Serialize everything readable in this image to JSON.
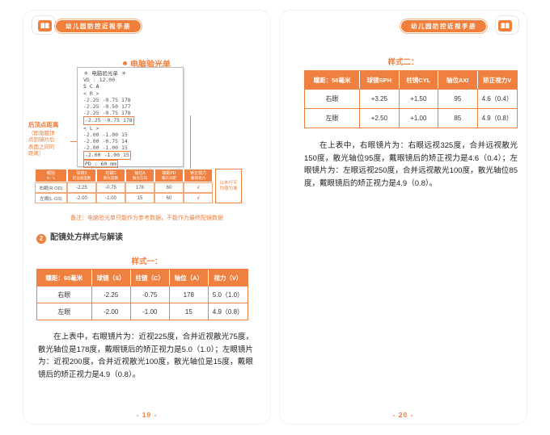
{
  "colors": {
    "accent": "#EF7F3B",
    "table_header_bg": "#EF8040",
    "check_red": "#D9512C",
    "body_text": "#222222"
  },
  "left_page": {
    "header_badge": "幼儿园防控近视手册",
    "section_title": "电脑验光单",
    "receipt": {
      "title": "＊ 电脑验光单 ＊",
      "vd": "VD : 12.00",
      "col_head": "  S     C     A",
      "r_label": "< R >",
      "r_rows": [
        "-2.25 -0.75 178",
        "-2.25 -0.50 177",
        "-2.25 -0.75 178"
      ],
      "r_final": "-2.25 -0.75 178",
      "l_label": "< L >",
      "l_rows": [
        "-2.00 -1.00  15",
        "-2.00 -0.75  14",
        "-2.00 -1.00  15"
      ],
      "l_final": "-2.00 -1.00  15",
      "pd": "PD : 60 mm"
    },
    "vertex_note": {
      "title": "后顶点距离",
      "lines": [
        "（即角膜顶",
        "点到镜片后",
        "表面之间的",
        "距离）"
      ]
    },
    "legend_table": {
      "headers": [
        {
          "top": "眼别",
          "sub": "R／L"
        },
        {
          "top": "球镜S",
          "sub": "近远视度数"
        },
        {
          "top": "柱镜C",
          "sub": "散光度数"
        },
        {
          "top": "轴位A",
          "sub": "散光方向"
        },
        {
          "top": "瞳距PD",
          "sub": "瞳孔间距"
        },
        {
          "top": "矫正视力",
          "sub": "戴镜视力"
        }
      ],
      "rows": [
        {
          "label": "右眼(R·OD)",
          "cells": [
            "-2.25",
            "-0.75",
            "178",
            "60",
            "√"
          ]
        },
        {
          "label": "左眼(L·OS)",
          "cells": [
            "-2.00",
            "-1.00",
            "15",
            "60",
            "√"
          ]
        }
      ],
      "note": "以末行平均值为准"
    },
    "remark": "备注：电脑验光单只能作为参考数据，不能作为最终配镜数据",
    "section2_number": "2",
    "section2_title": "配镜处方样式与解读",
    "style_label": "样式一：",
    "table": {
      "headers": [
        "瞳距：60毫米",
        "球镜（S）",
        "柱镜（C）",
        "轴位（A）",
        "视力（V）"
      ],
      "rows": [
        [
          "右眼",
          "-2.25",
          "-0.75",
          "178",
          "5.0（1.0）"
        ],
        [
          "左眼",
          "-2.00",
          "-1.00",
          "15",
          "4.9（0.8）"
        ]
      ]
    },
    "paragraph": "在上表中，右眼镜片为：近视225度，合并近视散光75度，散光轴位是178度，戴眼镜后的矫正视力是5.0（1.0）；左眼镜片为：近视200度，合并近视散光100度，散光轴位是15度，戴眼镜后的矫正视力是4.9（0.8）。",
    "page_number": "- 19 -"
  },
  "right_page": {
    "header_badge": "幼儿园防控近视手册",
    "style_label": "样式二：",
    "table": {
      "headers": [
        "瞳距：58毫米",
        "球镜SPH",
        "柱镜CYL",
        "轴位AXI",
        "矫正视力V"
      ],
      "rows": [
        [
          "右眼",
          "+3.25",
          "+1.50",
          "95",
          "4.6（0.4）"
        ],
        [
          "左眼",
          "+2.50",
          "+1.00",
          "85",
          "4.9（0.8）"
        ]
      ]
    },
    "paragraph": "在上表中，右眼镜片为：右眼远视325度，合并远视散光150度，散光轴位95度，戴眼镜后的矫正视力是4.6（0.4）；左眼镜片为：左眼远视250度，合并远视散光100度，散光轴位85度，戴眼镜后的矫正视力是4.9（0.8）。",
    "page_number": "- 20 -"
  }
}
